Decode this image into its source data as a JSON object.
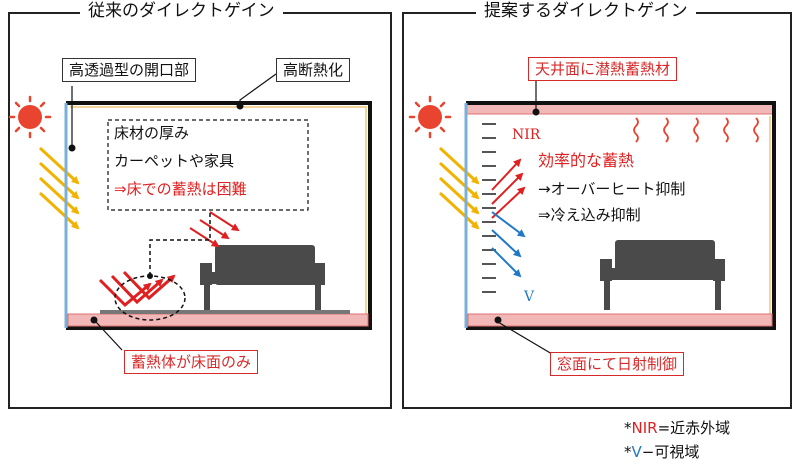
{
  "left": {
    "title": "従来のダイレクトゲイン",
    "label_opening": "高透過型の開口部",
    "label_insulation": "高断熱化",
    "box_lines": [
      "床材の厚み",
      "カーペットや家具",
      "⇒床での蓄熱は困難"
    ],
    "bottom_label": "蓄熱体が床面のみ"
  },
  "right": {
    "title": "提案するダイレクトゲイン",
    "top_label": "天井面に潜熱蓄熱材",
    "nir": "NIR",
    "v": "V",
    "effect_title": "効率的な蓄熱",
    "effect_lines": [
      "→オーバーヒート抑制",
      "⇒冷え込み抑制"
    ],
    "bottom_label": "窓面にて日射制御"
  },
  "notes": {
    "nir_line": {
      "star": "*",
      "abbr": "NIR",
      "rest": "=近赤外域"
    },
    "v_line": {
      "star": "*",
      "abbr": "V",
      "rest": "−可視域"
    }
  },
  "colors": {
    "sun": "#e8442f",
    "ray": "#f2b300",
    "red": "#e02020",
    "blue": "#1f78c8",
    "floor": "#f2b8b8",
    "ceiling": "#f2b8b8",
    "sofa": "#4a4a4a",
    "wall": "#111111"
  }
}
